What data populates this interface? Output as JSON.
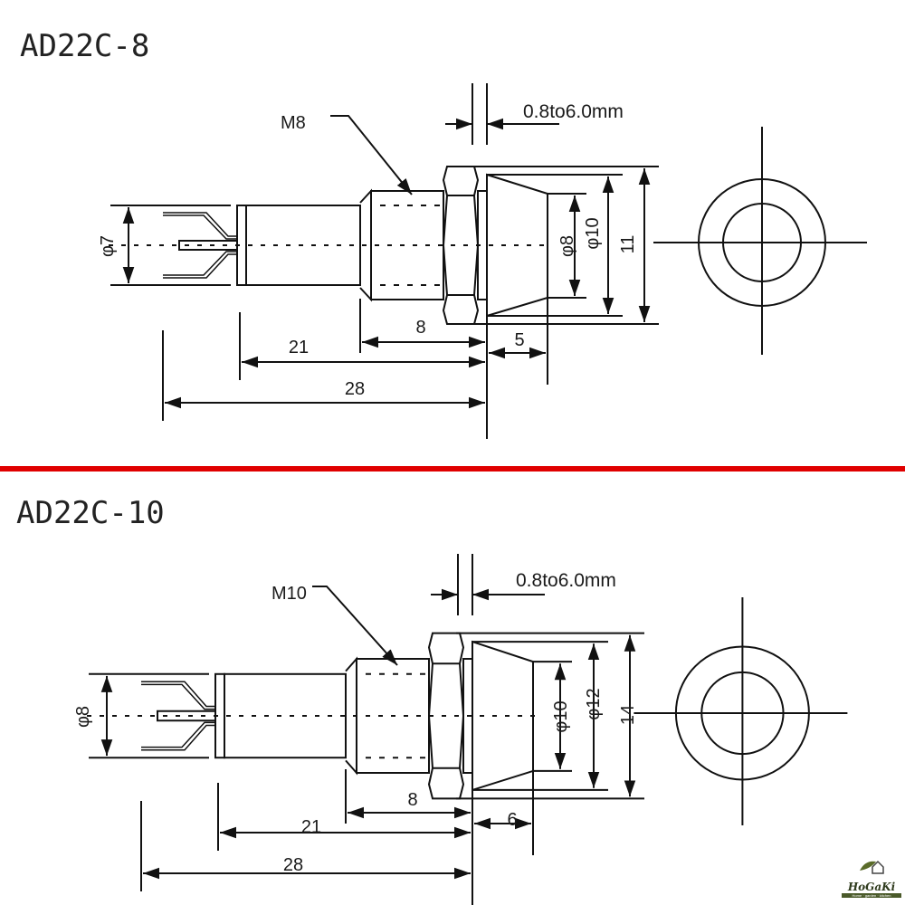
{
  "parts": [
    {
      "title": "AD22C-8",
      "thread": "M8",
      "panel": "0.8to6.0mm",
      "body_dia": "φ7",
      "lens_dia": "φ8",
      "bezel_dia": "φ10",
      "nut_size": "11",
      "thread_len": "8",
      "body_len": "21",
      "total_len": "28",
      "bezel_len": "5"
    },
    {
      "title": "AD22C-10",
      "thread": "M10",
      "panel": "0.8to6.0mm",
      "body_dia": "φ8",
      "lens_dia": "φ10",
      "bezel_dia": "φ12",
      "nut_size": "14",
      "thread_len": "8",
      "body_len": "21",
      "total_len": "28",
      "bezel_len": "6"
    }
  ],
  "divider_color": "#e00000",
  "logo": {
    "name": "HoGaKi",
    "tagline": "Home · garden · kitchen"
  }
}
